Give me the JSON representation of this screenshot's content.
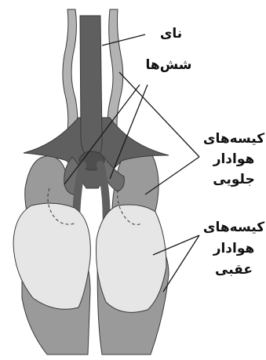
{
  "labels": {
    "trachea": "نای",
    "lungs": "شش‌ها",
    "anterior_air_sacs": [
      "کیسه‌های",
      "هوادار",
      "جلویی"
    ],
    "posterior_air_sacs": [
      "کیسه‌های",
      "هوادار",
      "عقبی"
    ]
  },
  "colors": {
    "trachea": "#5f5f5f",
    "lungs": "#6e6e6e",
    "air_sac_dark": "#9a9a9a",
    "air_sac_light": "#e6e6e6",
    "neck_sac": "#b3b3b3",
    "outline": "#3a3a3a",
    "leader_line": "#1a1a1a"
  }
}
